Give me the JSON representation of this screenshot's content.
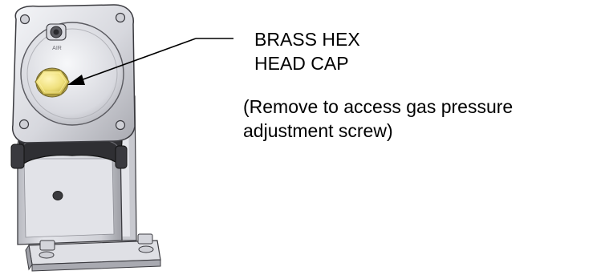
{
  "callout": {
    "title_line1": "BRASS HEX",
    "title_line2": "HEAD CAP",
    "note_line1": "(Remove to access gas pressure",
    "note_line2": "adjustment screw)"
  },
  "engraving": "AIR",
  "colors": {
    "brass_cap": "#f2e487",
    "housing": "#dcdde3",
    "housing_shadow": "#8e8f96",
    "outline": "#3b3b40",
    "bracket_dark": "#2a2a2e"
  }
}
